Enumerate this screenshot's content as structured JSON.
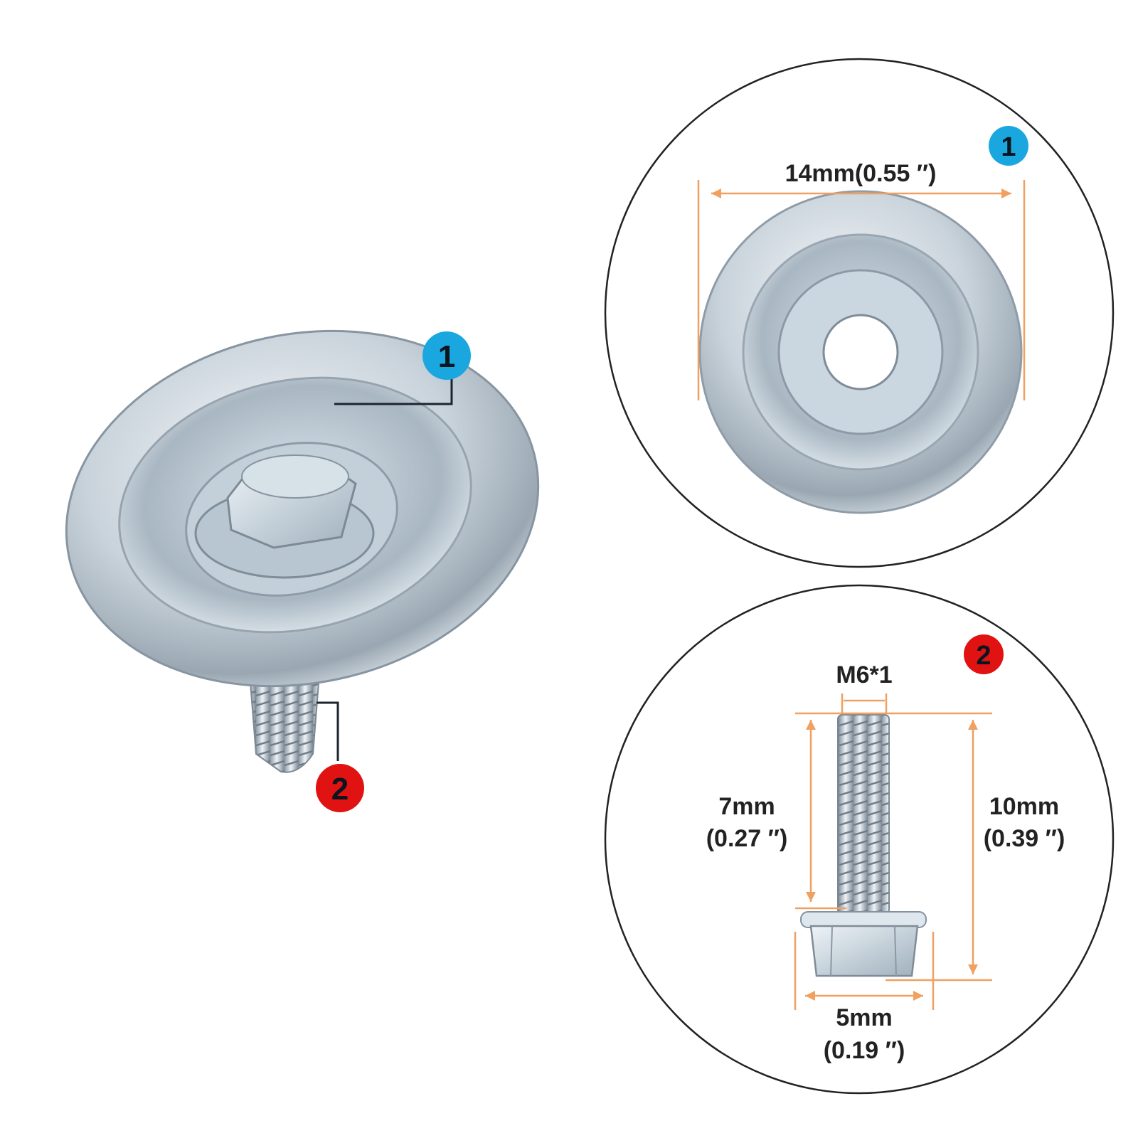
{
  "callouts": {
    "washer": {
      "number": "1",
      "color": "#1aa7e0"
    },
    "bolt": {
      "number": "2",
      "color": "#e01212"
    }
  },
  "washer_detail": {
    "diameter_label": "14mm(0.55 ″)"
  },
  "bolt_detail": {
    "thread_label": "M6*1",
    "thread_length_mm": "7mm",
    "thread_length_in": "(0.27 ″)",
    "total_length_mm": "10mm",
    "total_length_in": "(0.39 ″)",
    "head_width_mm": "5mm",
    "head_width_in": "(0.19 ″)"
  },
  "colors": {
    "dimension_line": "#f0a060",
    "circle_outline": "#222222",
    "metal_light": "#e8eef3",
    "metal_mid": "#b9c5cf",
    "metal_dark": "#7f8c97"
  }
}
